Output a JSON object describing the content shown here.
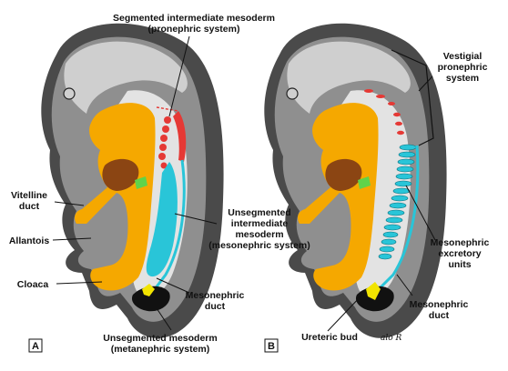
{
  "panels": [
    {
      "letter": "A",
      "labels": {
        "segmented_title_1": "Segmented intermediate mesoderm",
        "segmented_title_2": "(pronephric system)",
        "vitelline_1": "Vitelline",
        "vitelline_2": "duct",
        "allantois": "Allantois",
        "cloaca": "Cloaca",
        "unseg_int_1": "Unsegmented",
        "unseg_int_2": "intermediate",
        "unseg_int_3": "mesoderm",
        "unseg_int_4": "(mesonephric system)",
        "mesonephric_duct_1": "Mesonephric",
        "mesonephric_duct_2": "duct",
        "unseg_meso_1": "Unsegmented mesoderm",
        "unseg_meso_2": "(metanephric system)"
      }
    },
    {
      "letter": "B",
      "labels": {
        "vestigial_1": "Vestigial",
        "vestigial_2": "pronephric",
        "vestigial_3": "system",
        "excretory_1": "Mesonephric",
        "excretory_2": "excretory",
        "excretory_3": "units",
        "mesonephric_duct_1": "Mesonephric",
        "mesonephric_duct_2": "duct",
        "ureteric_bud": "Ureteric bud"
      }
    }
  ],
  "signature": "alo R",
  "colors": {
    "outer_dark": "#4a4a4a",
    "body_gray": "#8f8f8f",
    "head_light": "#cfcfcf",
    "inner_light": "#e3e3e3",
    "gut_orange": "#f5a800",
    "liver_brown": "#8b4513",
    "pronephros_red": "#e53935",
    "mesonephros_cyan": "#29c5d8",
    "bud_yellow": "#f2e400",
    "vitelline_green": "#5fd34a",
    "metanephric_black": "#111111"
  }
}
